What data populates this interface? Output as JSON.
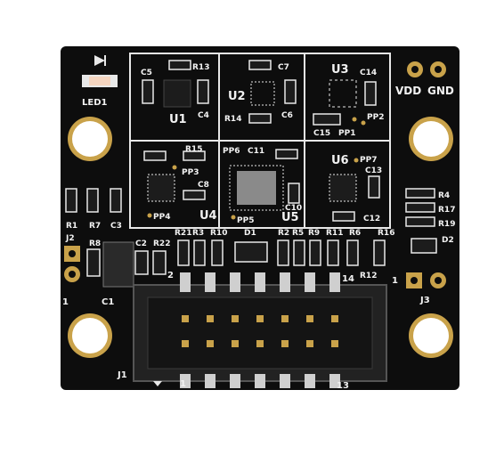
{
  "photo": {
    "colors": {
      "background": "#ffffff",
      "pcb": "#0d0d0d",
      "silkscreen": "#f2f2f2",
      "gold": "#c9a24a",
      "header_body": "#2a2a2a",
      "pin_silver": "#cfcfcf",
      "component": "#1c1c1c"
    },
    "labels": {
      "led1": "LED1",
      "u1": "U1",
      "u2": "U2",
      "u3": "U3",
      "u4": "U4",
      "u5": "U5",
      "u6": "U6",
      "vdd": "VDD",
      "gnd": "GND",
      "j1": "J1",
      "j2": "J2",
      "j3": "J3",
      "c1": "C1",
      "c2": "C2",
      "c3": "C3",
      "c4": "C4",
      "c5": "C5",
      "c6": "C6",
      "c7": "C7",
      "c8": "C8",
      "c10": "C10",
      "c11": "C11",
      "c12": "C12",
      "c13": "C13",
      "c14": "C14",
      "c15": "C15",
      "d1": "D1",
      "d2": "D2",
      "r1": "R1",
      "r2": "R2",
      "r3": "R3",
      "r4": "R4",
      "r5": "R5",
      "r6": "R6",
      "r7": "R7",
      "r8": "R8",
      "r9": "R9",
      "r10": "R10",
      "r11": "R11",
      "r12": "R12",
      "r13": "R13",
      "r14": "R14",
      "r15": "R15",
      "r16": "R16",
      "r17": "R17",
      "r19": "R19",
      "r21": "R21",
      "r22": "R22",
      "pp1": "PP1",
      "pp2": "PP2",
      "pp3": "PP3",
      "pp4": "PP4",
      "pp5": "PP5",
      "pp6": "PP6",
      "pp7": "PP7",
      "pin_1": "1",
      "pin_2": "2",
      "pin_13": "13",
      "pin_14": "14",
      "j3_pin_1": "1",
      "j2_pin_1": "1"
    }
  }
}
